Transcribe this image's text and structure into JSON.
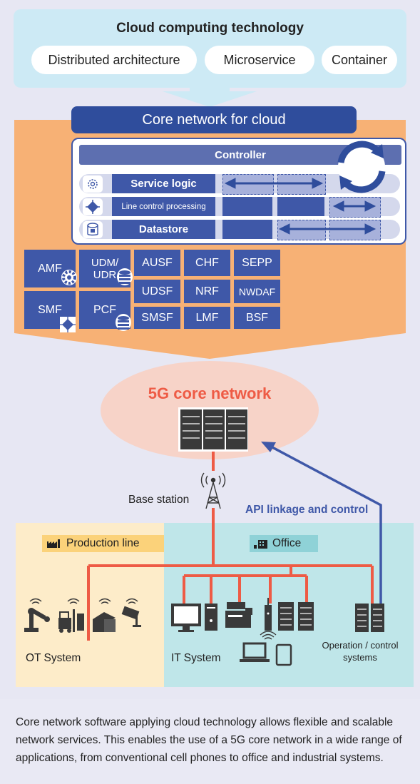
{
  "cloud": {
    "title": "Cloud computing technology",
    "pills": [
      "Distributed architecture",
      "Microservice",
      "Container"
    ]
  },
  "core_cloud": {
    "title": "Core network for cloud",
    "controller": "Controller",
    "rows": [
      {
        "label": "Service logic",
        "icon": "gear-icon"
      },
      {
        "label": "Line control processing",
        "icon": "diamond-cross-icon"
      },
      {
        "label": "Datastore",
        "icon": "database-icon"
      }
    ],
    "functions": [
      "AMF",
      "UDM/\nUDR",
      "AUSF",
      "CHF",
      "SEPP",
      "UDSF",
      "NRF",
      "NWDAF",
      "SMF",
      "PCF",
      "SMSF",
      "LMF",
      "BSF"
    ]
  },
  "core5g": {
    "title": "5G core network",
    "base_station": "Base station",
    "api_label": "API linkage and control"
  },
  "zones": {
    "production": "Production line",
    "office": "Office",
    "ot": "OT System",
    "it": "IT System",
    "ops": "Operation / control\nsystems"
  },
  "caption": "Core network software applying cloud technology allows flexible and scalable network services. This enables the use of a 5G core network in a wide range of applications, from conventional cell phones to office and industrial systems.",
  "colors": {
    "navy": "#3f58a8",
    "orange": "#f7b175",
    "red_line": "#ee5b45",
    "cloud": "#cdeaf5",
    "prod_zone": "#fdecc9",
    "office_zone": "#bfe6e9"
  }
}
